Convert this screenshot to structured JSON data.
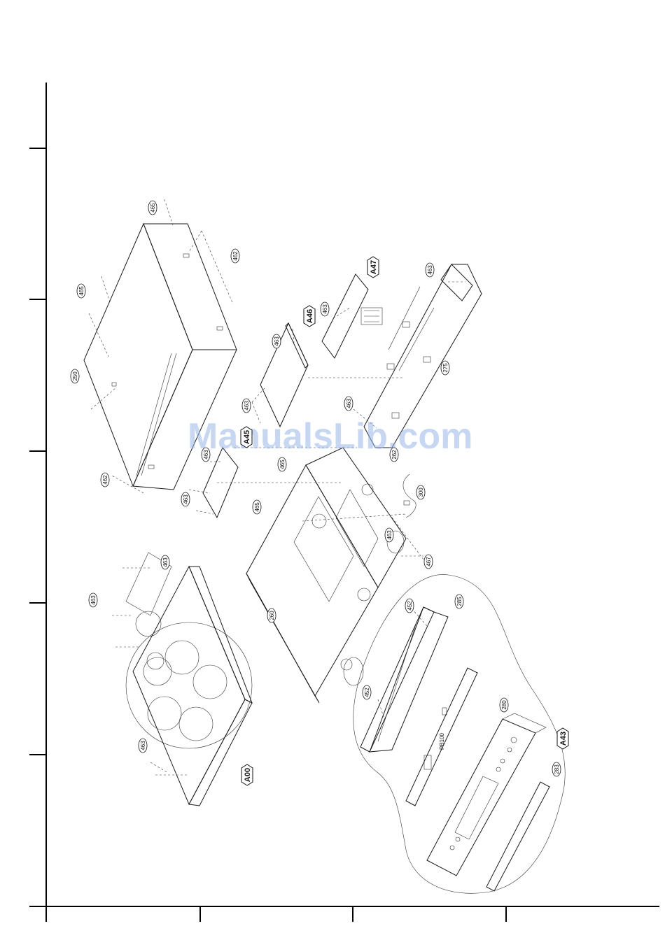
{
  "watermark": "ManualsLib.com",
  "parts": {
    "p465a": "465",
    "p462a": "462",
    "p465b": "465",
    "p250": "250",
    "p462b": "462",
    "p463a": "463",
    "p463b": "463",
    "p463c": "463",
    "p465c": "465",
    "p465d": "465",
    "p463d": "463",
    "p463e": "463",
    "p463f": "463",
    "p463g": "463",
    "p463h": "463",
    "p275": "275",
    "p262": "262",
    "p300": "300",
    "p467": "467",
    "p463i": "463",
    "p463j": "463",
    "p463k": "463",
    "p260": "260",
    "p452a": "452",
    "p285": "285",
    "p452b": "452",
    "p280": "280",
    "p283": "283"
  },
  "assemblies": {
    "a46": "A46",
    "a47": "A47",
    "a43": "A43",
    "a00": "A00",
    "a45": "A45"
  },
  "board_label": "PB100"
}
